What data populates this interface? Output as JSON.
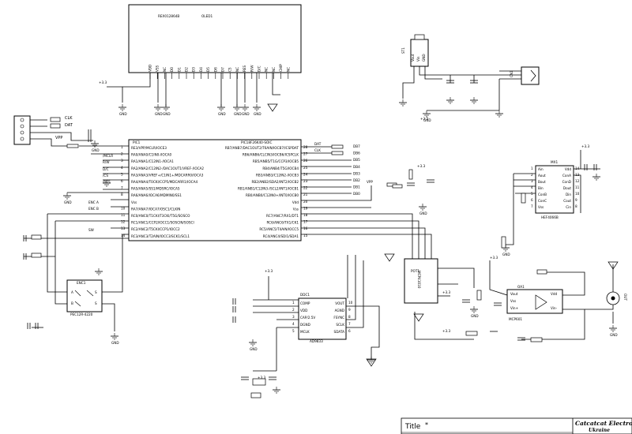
{
  "oled": {
    "ref": "OLED1",
    "part": "REX012864B",
    "pins": [
      "VDD",
      "VSS",
      "NC",
      "D0",
      "D1",
      "D2",
      "D3",
      "D4",
      "D5",
      "D6",
      "D7",
      "CS",
      "NC",
      "RES",
      "R/W",
      "D/C",
      "NC",
      "NC",
      "CHIP",
      "NC"
    ]
  },
  "mcu": {
    "ref": "PIC1",
    "part": "PIC18F26K40-SOIC",
    "left_pins": [
      "RE3/VPP/MCLR/IOCE3",
      "RA0/ANA0/C1IN0-/IOCA0",
      "RA1/ANA1/C12IN1-/IOCA1",
      "RA2/ANA2/C12IN2-/DAC1OUT1/VREF-/IOCA2",
      "RA3/ANA3/VREF+/C1IN1+/MDCARR0/IOCA3",
      "RA4/ANA4/T0CKI/CCP5/MDCARR1/IOCA4",
      "RA5/ANA5/SS1/MDSRC/IOCA5",
      "RA6/ANA6/IOCA6/MDMIN0/SS1",
      "Vss",
      "RA7/ANA7/IOCA7/OSC1/CLKIN",
      "RC0/ANC0/T1CKI/T3CKI/T5G/SOSCO",
      "RC1/ANC1/CCP2/IOCC1/SOSCIN/SOSCI",
      "RC2/ANC2/T5CKI/CCP1/IOCC2",
      "RC3/ANC3/T2AIN/IOCC3/SCK1/SCL1"
    ],
    "right_pins": [
      "RB7/ANB7/DAC1OUT2/T6AIN/IOCB7/ICSPDAT",
      "RB6/ANB6/CLCIN3/IOCB6/ICSPCLK",
      "RB5/ANB5/T1G/CCP3/IOCB5",
      "RB4/ANB4/T5G/IOCB4",
      "RB3/ANB3/C12IN2-/IOCB3",
      "RB2/ANB2/SDA2/INT2/IOCB2",
      "RB1/ANB1/C12IN3-/SCL2/INT1/IOCB1",
      "RB0/ANB0/C12IN0+/INT0/IOCB0",
      "Vdd",
      "Vss",
      "RC7/ANC7/RX1/DT1",
      "RC6/ANC6/TX1/CK1",
      "RC5/ANC5/T4AIN/IOCC5",
      "RC4/ANC4/SDI1/SDA1"
    ],
    "left_nums": [
      "1",
      "2",
      "3",
      "4",
      "5",
      "6",
      "7",
      "8",
      "",
      "10",
      "11",
      "12",
      "13",
      "14"
    ],
    "right_nums": [
      "28",
      "27",
      "26",
      "25",
      "24",
      "23",
      "22",
      "21",
      "20",
      "19",
      "18",
      "17",
      "16",
      "15"
    ]
  },
  "dds": {
    "ref": "DDC1",
    "part": "AD9833",
    "left_pins": [
      "COMP",
      "VDD",
      "CAP/2.5V",
      "DGND",
      "MCLK"
    ],
    "right_pins": [
      "VOUT",
      "AGND",
      "FSYNC",
      "SCLK",
      "SDATA"
    ],
    "left_nums": [
      "1",
      "2",
      "3",
      "4",
      "5"
    ],
    "right_nums": [
      "10",
      "9",
      "8",
      "7",
      "6"
    ]
  },
  "mux": {
    "ref": "MX1",
    "part": "HEF4066B",
    "left_pins": [
      "Ain",
      "Aout",
      "Bout",
      "Bin",
      "ConB",
      "ConC",
      "Vss"
    ],
    "right_pins": [
      "Vdd",
      "ConA",
      "ConD",
      "Dout",
      "Din",
      "Cout",
      "Cin"
    ]
  },
  "pot": {
    "ref": "POT1",
    "part": "MCP41010"
  },
  "opamp": {
    "ref": "OA1",
    "part": "MCP601",
    "pins": [
      "Vout",
      "Vss",
      "Vin+",
      "Vdd",
      "Vin-"
    ]
  },
  "encoder": {
    "ref": "ENC1",
    "part": "PEC12R-4220"
  },
  "regulator": {
    "ref": "ST1",
    "pins": [
      "Vout",
      "Vin",
      "GND"
    ]
  },
  "prog": {
    "labels": [
      "CLK",
      "DAT",
      "VPP"
    ]
  },
  "net": {
    "gnd": "GND",
    "v33": "+3.3",
    "clk": "CLK",
    "dat": "DAT",
    "vpp": "VPP",
    "mclr": "/MCLR",
    "ncs": "/CS",
    "rst": "/RES",
    "dc": "D/C",
    "rw": "R/W",
    "enc_a": "ENC A",
    "enc_b": "ENC B",
    "sw": "SW",
    "db": [
      "DB7",
      "DB6",
      "DB5",
      "DB4",
      "DB3",
      "DB2",
      "DB1",
      "DB0"
    ]
  },
  "connectors": {
    "usb": "CN1",
    "bnc": "OUT"
  },
  "titleblock": {
    "title_label": "Title",
    "title_value": "*",
    "company_line1": "Catcatcat Electronics",
    "company_line2": "Ukraine"
  }
}
